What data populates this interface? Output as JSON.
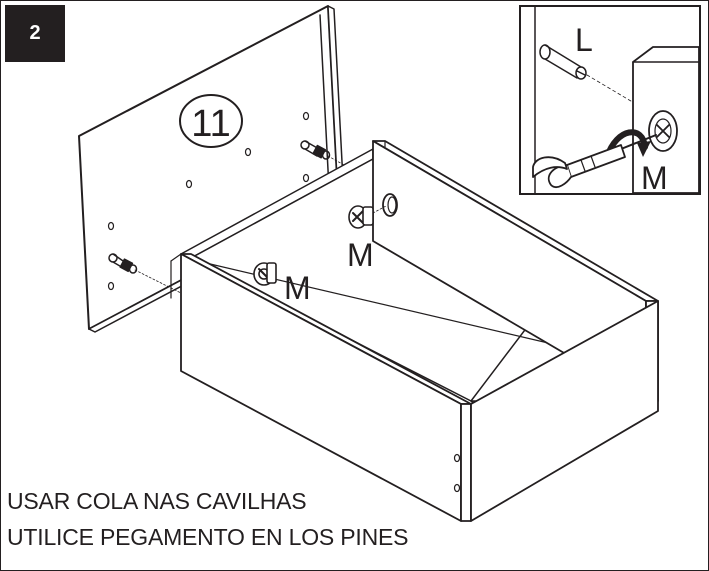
{
  "step": {
    "number": "2"
  },
  "panel": {
    "label": "11"
  },
  "labels": {
    "hardware_M_1": "M",
    "hardware_M_2": "M",
    "inset_L": "L",
    "inset_M": "M"
  },
  "captions": {
    "pt": "USAR COLA NAS CAVILHAS",
    "es": "UTILICE PEGAMENTO EN LOS PINES"
  }
}
